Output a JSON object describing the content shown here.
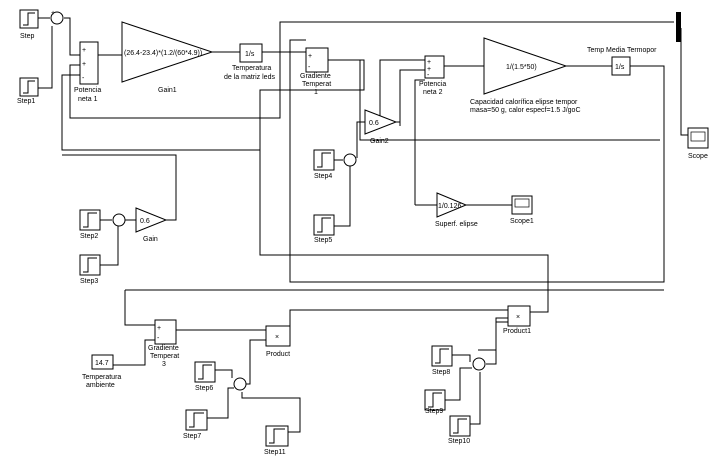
{
  "blocks": {
    "step": "Step",
    "step1": "Step1",
    "step2": "Step2",
    "step3": "Step3",
    "step4": "Step4",
    "step5": "Step5",
    "step6": "Step6",
    "step7": "Step7",
    "step8": "Step8",
    "step9": "Step9",
    "step10": "Step10",
    "step11": "Step11",
    "pot1_a": "Potencia",
    "pot1_b": "neta 1",
    "gain1_expr": "(26.4-23.4)*(1.2/(60*4.9))",
    "gain1_name": "Gain1",
    "int1_sym": "1/s",
    "temp_matriz_a": "Temperatura",
    "temp_matriz_b": "de la matriz leds",
    "grad1_a": "Gradiente",
    "grad1_b": "Temperat",
    "grad1_c": "1",
    "pot2_a": "Potencia",
    "pot2_b": "neta 2",
    "gain_cap_expr": "1/(1.5*50)",
    "cap_a": "Capacidad calorífica elipse tempor",
    "cap_b": "masa=50 g, calor especf=1.5 J/goC",
    "temp_media": "Temp Media Termopor",
    "int2_sym": "1/s",
    "scope": "Scope",
    "gain2_val": "0.6",
    "gain2_name": "Gain2",
    "gain_val": "0.6",
    "gain_name": "Gain",
    "superf_expr": "1/0.126",
    "superf_name": "Superf. elipse",
    "scope1": "Scope1",
    "const_val": "14.7",
    "const_a": "Temperatura",
    "const_b": "ambiente",
    "grad3_a": "Gradiente",
    "grad3_b": "Temperat",
    "grad3_c": "3",
    "product": "Product",
    "product1": "Product1",
    "times": "×",
    "plus": "+",
    "minus": "-"
  }
}
